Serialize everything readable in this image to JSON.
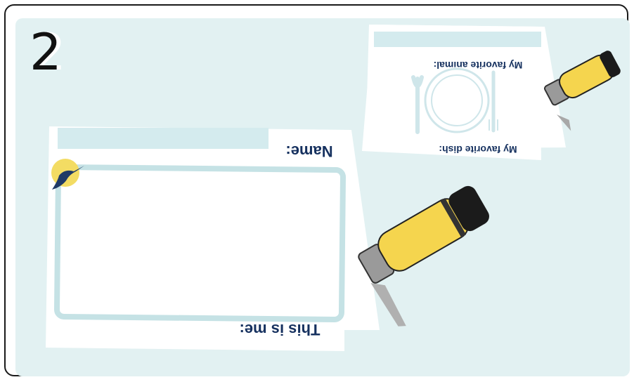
{
  "step": {
    "number": "2"
  },
  "card_large": {
    "name_label": "Name:",
    "this_is_me_label": "This is me:"
  },
  "card_small": {
    "favorite_animal_label": "My favorite animal:",
    "favorite_dish_label": "My favorite dish:"
  },
  "colors": {
    "panel_background": "#e2f1f2",
    "card_fill": "#ffffff",
    "field_fill": "#d4ebee",
    "frame_border": "#b8dde0",
    "text_navy": "#16315f",
    "glue_yellow": "#f5d54e",
    "glue_dark": "#1b1b1b",
    "glue_nozzle": "#9a9a9a",
    "bird_sun": "#f3dc63",
    "bird": "#1f3a66"
  },
  "icons": {
    "glue_stick": "glue-stick-icon",
    "bird": "bird-icon",
    "plate_cutlery": "plate-cutlery-icon"
  }
}
